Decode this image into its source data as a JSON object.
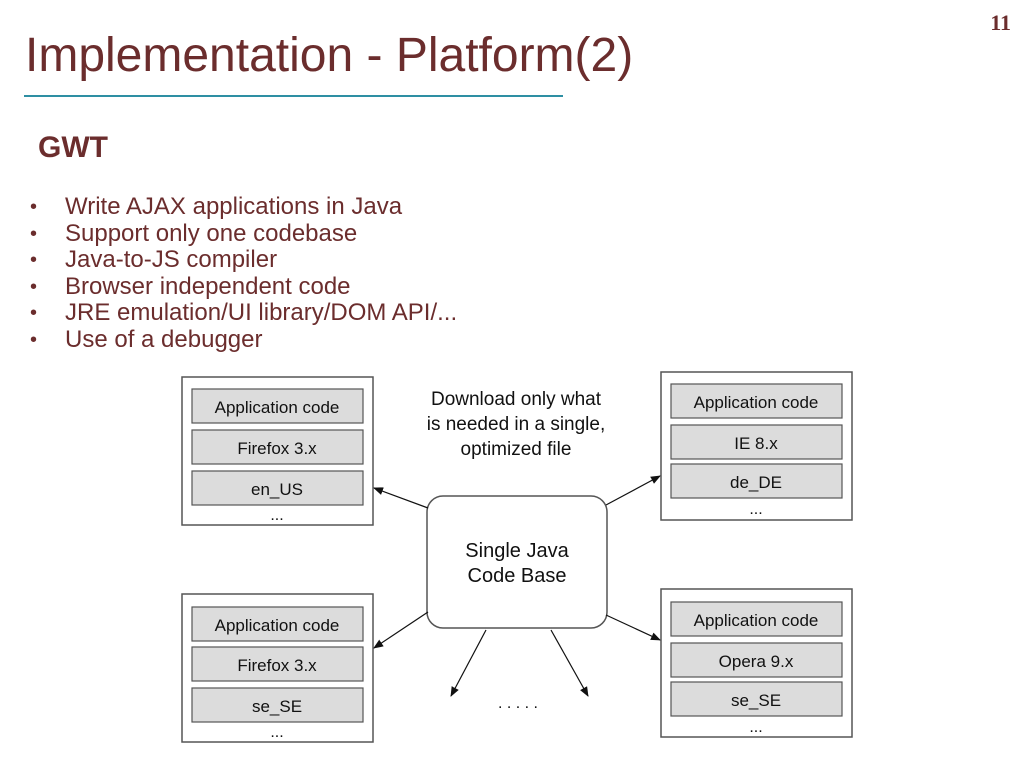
{
  "slide": {
    "page_number": "11",
    "title": "Implementation - Platform(2)",
    "heading": "GWT",
    "bullets": [
      "Write AJAX applications in Java",
      "Support only one codebase",
      "Java-to-JS compiler",
      "Browser independent code",
      "JRE emulation/UI library/DOM API/...",
      "Use of a debugger"
    ],
    "colors": {
      "text": "#6b2d2d",
      "rule": "#2e8fa3",
      "cell_fill": "#dcdcdc"
    }
  },
  "diagram": {
    "center": {
      "line1": "Single Java",
      "line2": "Code Base"
    },
    "note": {
      "line1": "Download only what",
      "line2": "is needed in a single,",
      "line3": "optimized file"
    },
    "more": ". . . . .",
    "panels": [
      {
        "cells": [
          "Application code",
          "Firefox 3.x",
          "en_US"
        ],
        "ellipsis": "..."
      },
      {
        "cells": [
          "Application code",
          "IE 8.x",
          "de_DE"
        ],
        "ellipsis": "..."
      },
      {
        "cells": [
          "Application code",
          "Firefox 3.x",
          "se_SE"
        ],
        "ellipsis": "..."
      },
      {
        "cells": [
          "Application code",
          "Opera 9.x",
          "se_SE"
        ],
        "ellipsis": "..."
      }
    ]
  }
}
